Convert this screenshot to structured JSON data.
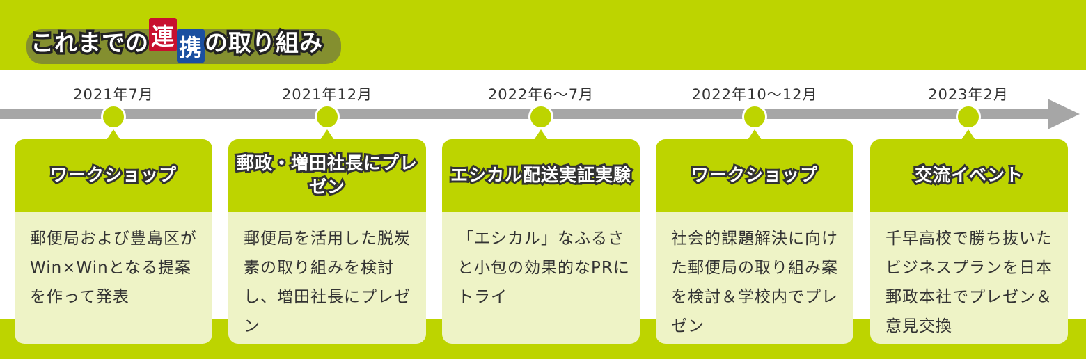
{
  "title": {
    "part1": "これまでの",
    "highlight1": "連",
    "highlight2": "携",
    "part2": "の取り組み"
  },
  "colors": {
    "accent": "#bdd400",
    "card_body": "#eef3c6",
    "axis": "#a6a6a6",
    "red": "#c8102e",
    "blue": "#1a4fa0"
  },
  "timeline": [
    {
      "date": "2021年7月",
      "heading": "ワークショップ",
      "text": "郵便局および豊島区がWin×Winとなる提案を作って発表"
    },
    {
      "date": "2021年12月",
      "heading": "郵政・増田社長にプレゼン",
      "text": "郵便局を活用した脱炭素の取り組みを検討し、増田社長にプレゼン"
    },
    {
      "date": "2022年6〜7月",
      "heading": "エシカル配送実証実験",
      "text": "「エシカル」なふるさと小包の効果的なPRにトライ"
    },
    {
      "date": "2022年10〜12月",
      "heading": "ワークショップ",
      "text": "社会的課題解決に向けた郵便局の取り組み案を検討＆学校内でプレゼン"
    },
    {
      "date": "2023年2月",
      "heading": "交流イベント",
      "text": "千早高校で勝ち抜いたビジネスプランを日本郵政本社でプレゼン＆意見交換"
    }
  ]
}
